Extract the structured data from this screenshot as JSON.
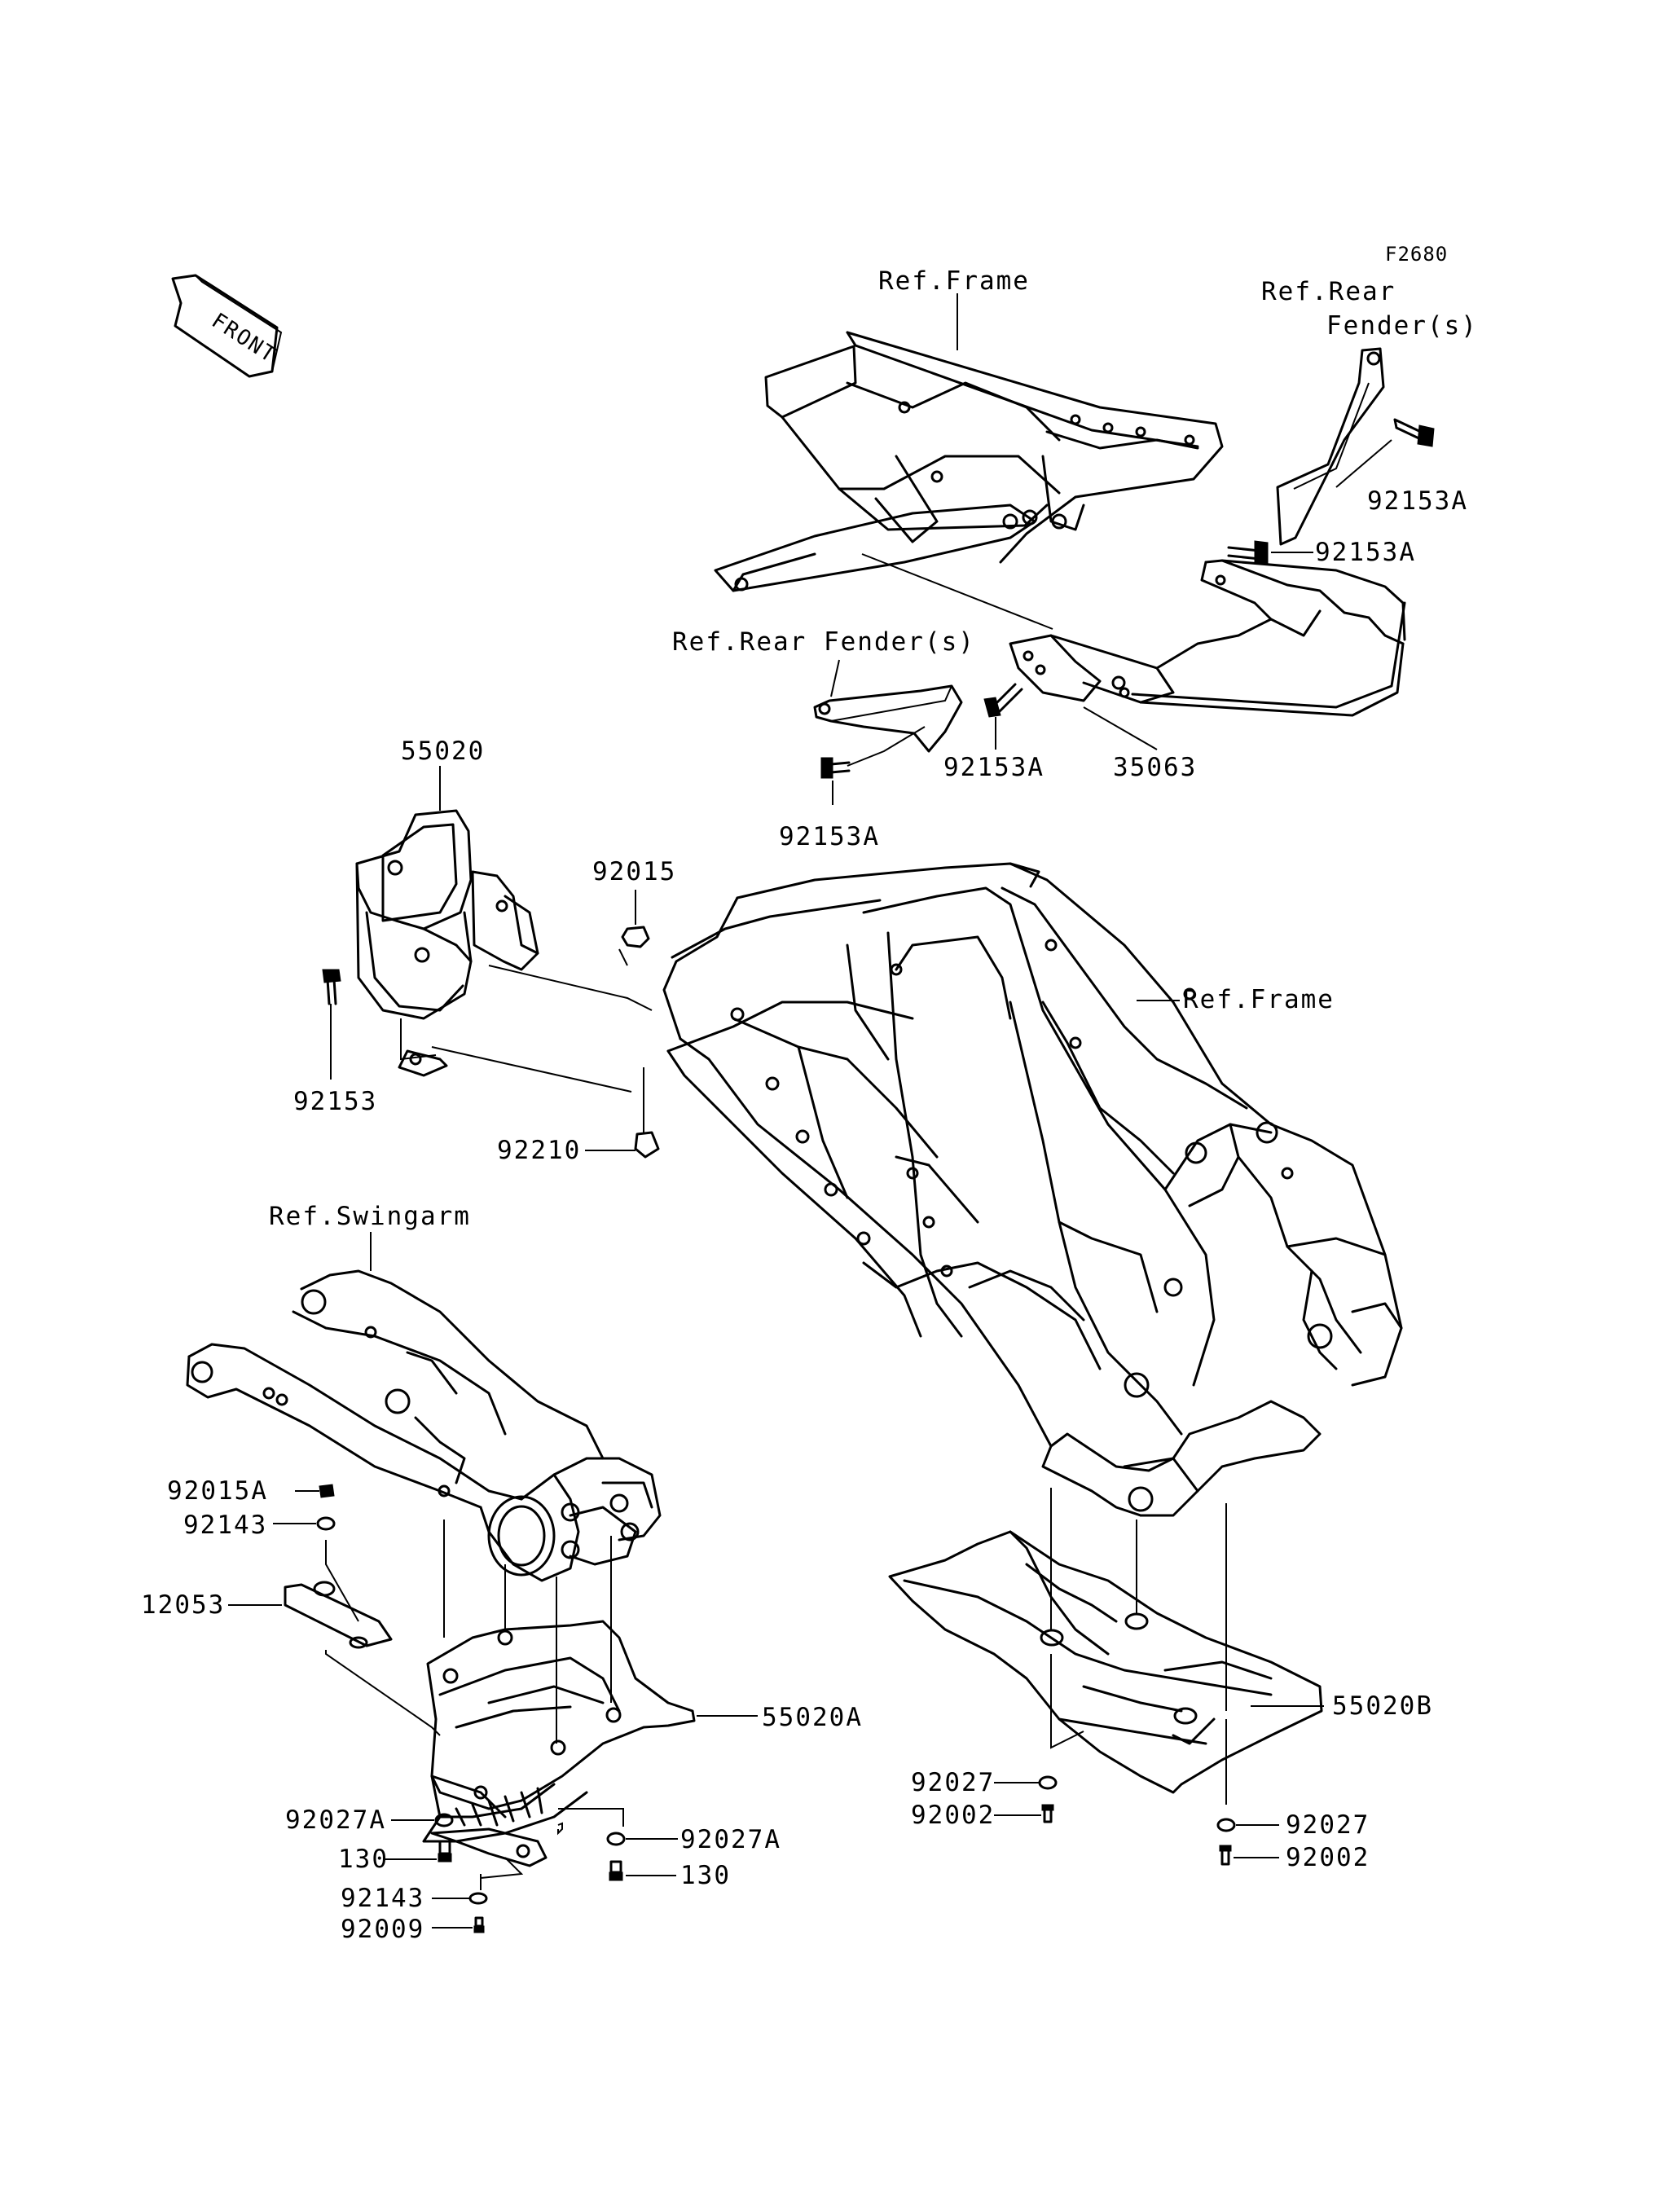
{
  "figure_code": "F2680",
  "front_indicator": "FRONT",
  "labels": {
    "ref_frame_top": "Ref.Frame",
    "ref_rear_fender_right_l1": "Ref.Rear",
    "ref_rear_fender_right_l2": "Fender(s)",
    "ref_rear_fender_left": "Ref.Rear Fender(s)",
    "part_92153A_1": "92153A",
    "part_92153A_2": "92153A",
    "part_92153A_3": "92153A",
    "part_92153A_4": "92153A",
    "part_35063": "35063",
    "part_55020": "55020",
    "part_92015": "92015",
    "part_92153": "92153",
    "part_92210": "92210",
    "ref_frame_main": "Ref.Frame",
    "ref_swingarm": "Ref.Swingarm",
    "part_92015A": "92015A",
    "part_92143_1": "92143",
    "part_12053": "12053",
    "part_55020A": "55020A",
    "part_92027A_1": "92027A",
    "part_130_1": "130",
    "part_92143_2": "92143",
    "part_92009": "92009",
    "part_92027A_2": "92027A",
    "part_130_2": "130",
    "part_92027_1": "92027",
    "part_92002_1": "92002",
    "part_55020B": "55020B",
    "part_92027_2": "92027",
    "part_92002_2": "92002"
  }
}
